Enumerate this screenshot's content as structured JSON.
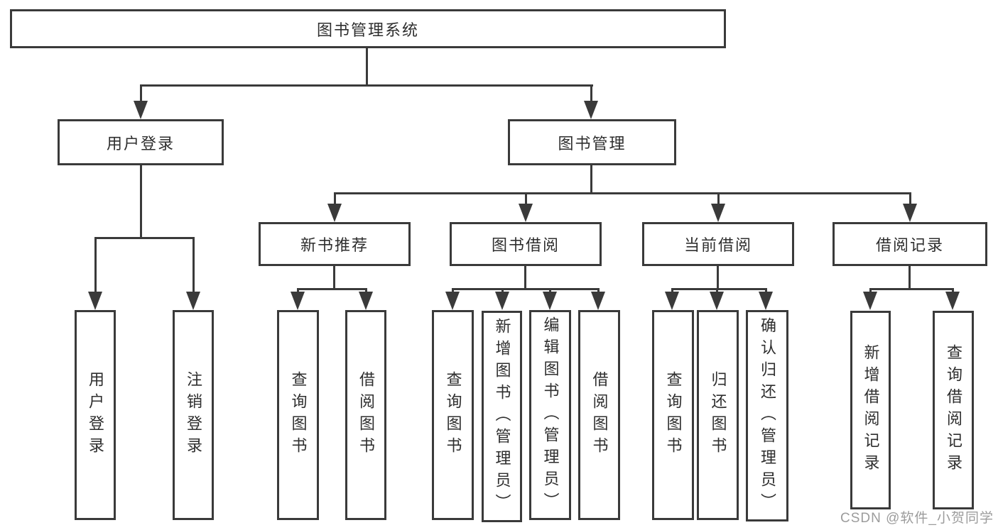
{
  "nodes": {
    "root": "图书管理系统",
    "user_login": "用户登录",
    "book_management": "图书管理",
    "new_book_recommend": "新书推荐",
    "book_borrowing": "图书借阅",
    "current_borrowing": "当前借阅",
    "borrowing_records": "借阅记录"
  },
  "leaves": {
    "user_login": "用户登录",
    "logout": "注销登录",
    "rec_query_book": "查询图书",
    "rec_borrow_book": "借阅图书",
    "bb_query_book": "查询图书",
    "bb_add_book": "新增图书（管理员）",
    "bb_edit_book": "编辑图书（管理员）",
    "bb_borrow_book": "借阅图书",
    "cur_query_book": "查询图书",
    "cur_return_book": "归还图书",
    "cur_confirm_return": "确认归还（管理员）",
    "rec_add_record": "新增借阅记录",
    "rec_query_record": "查询借阅记录"
  },
  "watermark": "CSDN @软件_小贺同学",
  "colors": {
    "line": "#3a3a3a",
    "text": "#2e2e2e",
    "watermark": "#949494",
    "background": "#ffffff"
  }
}
